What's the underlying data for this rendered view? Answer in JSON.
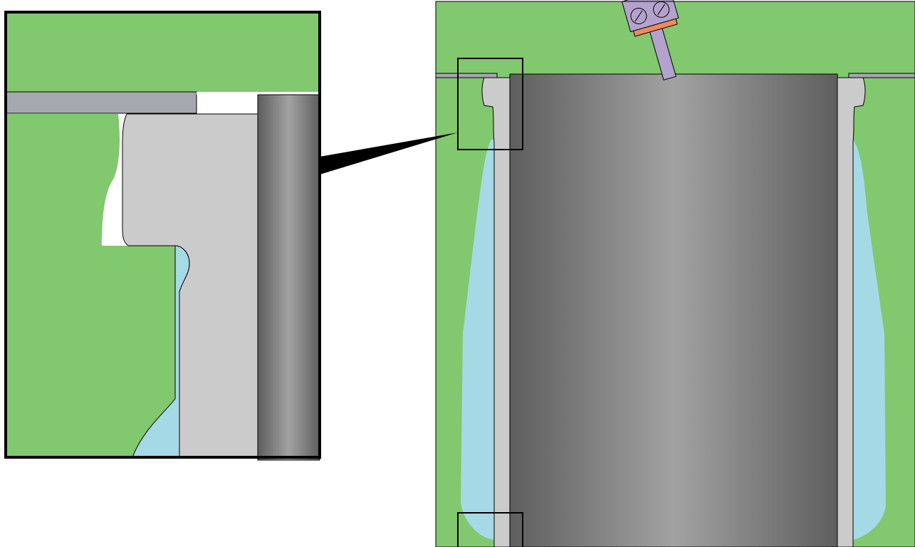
{
  "colors": {
    "block": "#82c86e",
    "liner": "#cbcbcb",
    "coolant": "#a6d9e6",
    "gasket": "#a6a8b0",
    "cylinder_dark": "#5e5e5e",
    "cylinder_light": "#a2a2a2",
    "injector_body": "#b3a3cc",
    "injector_seal": "#ee8a5c",
    "outline": "#000000",
    "background": "#ffffff"
  },
  "diagram": {
    "main_view": "cylinder-liner-cross-section",
    "detail_view": "magnified-liner-flange-detail",
    "callouts": [
      "liner-flange-top-left",
      "liner-seal-bottom-left"
    ]
  }
}
